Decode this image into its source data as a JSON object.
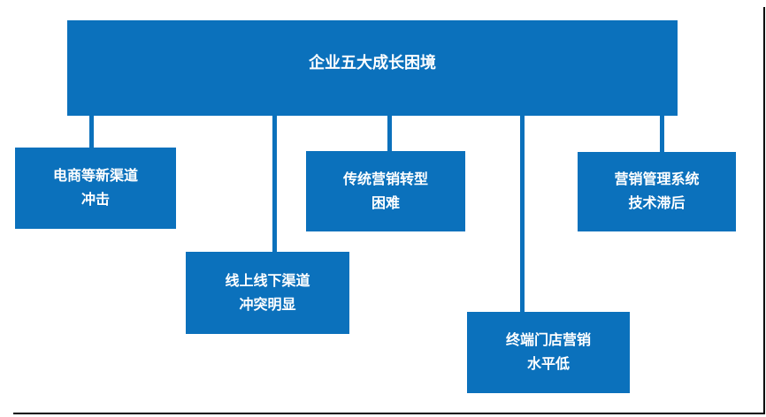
{
  "diagram": {
    "root": {
      "label": "企业五大成长困境"
    },
    "children": [
      {
        "line1": "电商等新渠道",
        "line2": "冲击"
      },
      {
        "line1": "线上线下渠道",
        "line2": "冲突明显"
      },
      {
        "line1": "传统营销转型",
        "line2": "困难"
      },
      {
        "line1": "终端门店营销",
        "line2": "水平低"
      },
      {
        "line1": "营销管理系统",
        "line2": "技术滞后"
      }
    ],
    "colors": {
      "node_fill": "#0B71BC",
      "node_text": "#FFFFFF",
      "connector": "#0B71BC",
      "frame_border": "#000000",
      "background": "#FFFFFF"
    }
  }
}
